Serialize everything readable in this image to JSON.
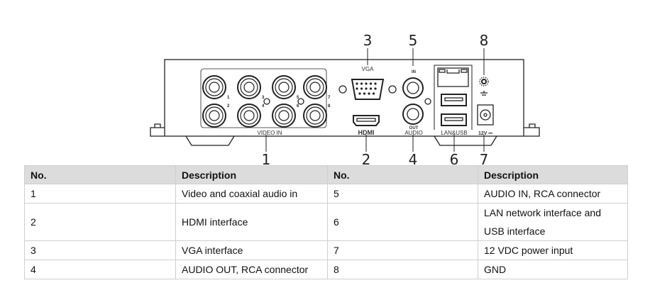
{
  "diagram": {
    "callouts": {
      "c1": "1",
      "c2": "2",
      "c3": "3",
      "c4": "4",
      "c5": "5",
      "c6": "6",
      "c7": "7",
      "c8": "8"
    },
    "labels": {
      "video_in": "VIDEO IN",
      "vga": "VGA",
      "hdmi": "HDMI",
      "audio_in": "IN",
      "audio_out": "OUT",
      "audio": "AUDIO",
      "lan_usb": "LAN&USB",
      "power": "12V ⎓"
    },
    "channel_numbers": [
      "1",
      "2",
      "3",
      "4",
      "5",
      "6",
      "7",
      "8"
    ]
  },
  "table": {
    "headers": [
      "No.",
      "Description",
      "No.",
      "Description"
    ],
    "rows": [
      {
        "no_a": "1",
        "desc_a": "Video and coaxial audio in",
        "no_b": "5",
        "desc_b": "AUDIO IN, RCA connector"
      },
      {
        "no_a": "2",
        "desc_a": "HDMI interface",
        "no_b": "6",
        "desc_b": "LAN network interface and USB interface"
      },
      {
        "no_a": "3",
        "desc_a": "VGA interface",
        "no_b": "7",
        "desc_b": "12 VDC power input"
      },
      {
        "no_a": "4",
        "desc_a": "AUDIO OUT, RCA connector",
        "no_b": "8",
        "desc_b": "GND"
      }
    ]
  }
}
